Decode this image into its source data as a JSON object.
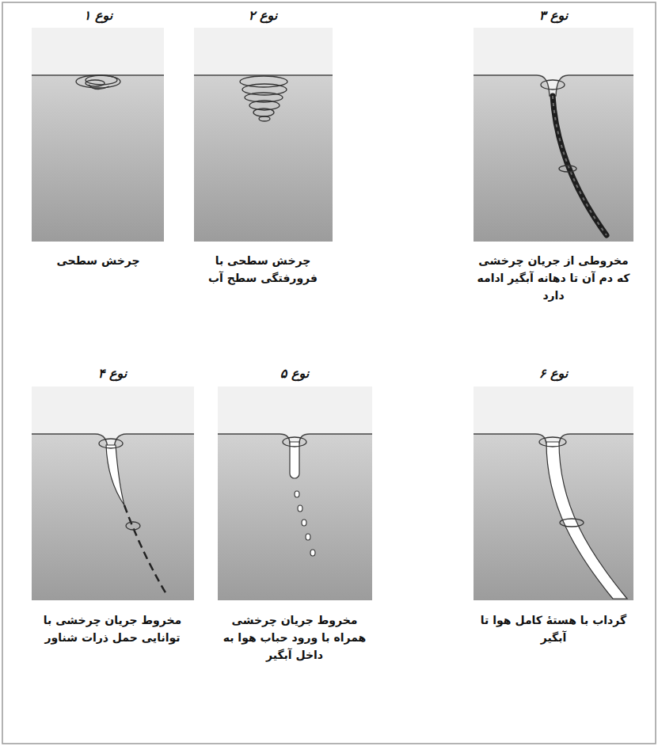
{
  "diagram": {
    "labels": [
      "نوع ۱",
      "چرخش سطحی",
      "نوع ۲",
      "چرخش سطحی با فرورفتگی سطح آب",
      "نوع ۳",
      "مخروطی از جریان چرخشی که دم آن تا دهانه آبگیر ادامه دارد",
      "نوع ۴",
      "مخروط جریان چرخشی با توانایی حمل ذرات شناور",
      "نوع ۵",
      "مخروط جریان چرخشی همراه با ورود حباب هوا به داخل آبگیر",
      "نوع ۶",
      "گرداب با هستهٔ کامل هوا تا آبگیر"
    ]
  }
}
